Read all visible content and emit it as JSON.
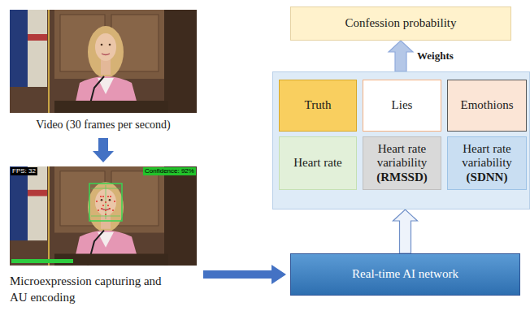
{
  "diagram": {
    "nodes": [
      {
        "text": [
          "Confession probability"
        ]
      },
      {
        "text": []
      },
      {
        "text": [
          "Truth"
        ],
        "in": 1
      },
      {
        "text": [
          "Lies"
        ],
        "in": 1
      },
      {
        "text": [
          "Emothions"
        ],
        "in": 1
      },
      {
        "text": [
          "Heart rate"
        ],
        "in": 1
      },
      {
        "text": [
          "Heart rate variability",
          "(RMSSD)"
        ],
        "in": 1
      },
      {
        "text": [
          "Heart rate variability",
          "(SDNN)"
        ],
        "in": 1
      },
      {
        "text": [
          "Real-time AI network"
        ]
      }
    ],
    "edges": [
      {
        "from": 8,
        "to": 1,
        "arrow": "to"
      },
      {
        "from": 1,
        "to": 0,
        "arrow": "to",
        "label": "Weights"
      }
    ],
    "labels": [
      "Video (30 frames per second)",
      "FPS: 32",
      "Confidence: 92%",
      "Microexpression capturing and AU encoding"
    ]
  }
}
